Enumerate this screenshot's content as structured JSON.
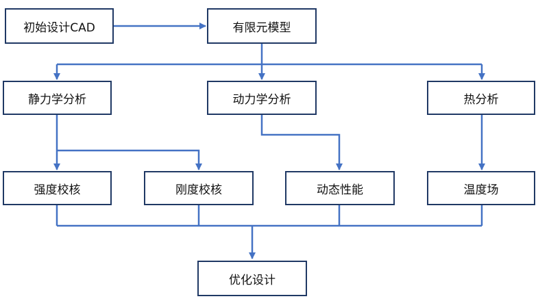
{
  "diagram": {
    "colors": {
      "node_border": "#1f3864",
      "edge": "#4472c4",
      "text": "#111111"
    },
    "nodes": {
      "cad": "初始设计CAD",
      "fem": "有限元模型",
      "static": "静力学分析",
      "dynamic": "动力学分析",
      "thermal": "热分析",
      "strength": "强度校核",
      "stiffness": "刚度校核",
      "dynperf": "动态性能",
      "temp": "温度场",
      "optimize": "优化设计"
    }
  }
}
